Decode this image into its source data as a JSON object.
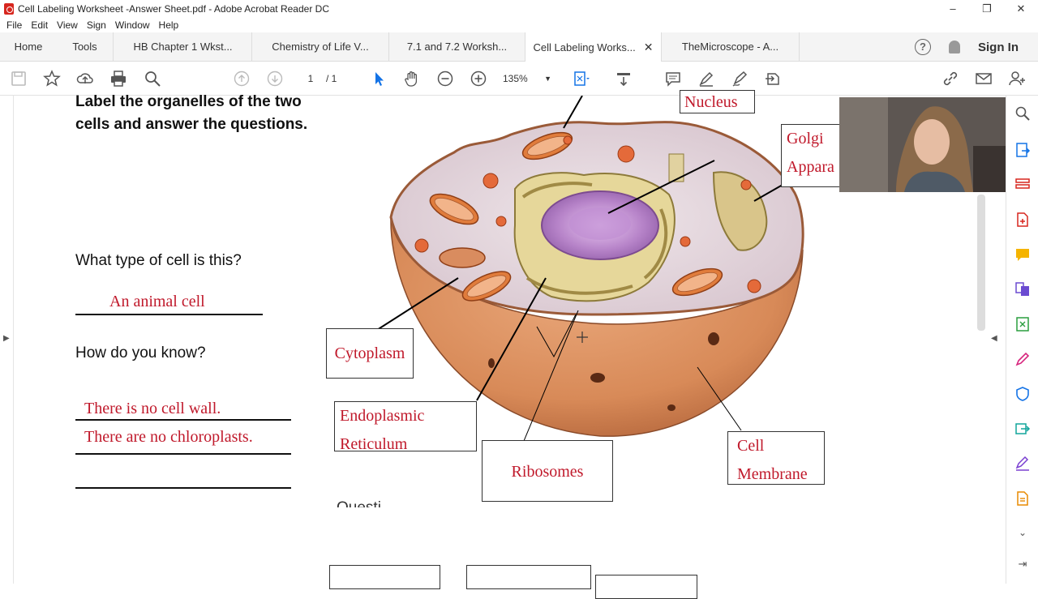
{
  "window": {
    "title": "Cell Labeling Worksheet -Answer Sheet.pdf - Adobe Acrobat Reader DC",
    "controls": [
      "–",
      "❐",
      "✕"
    ]
  },
  "menu": [
    "File",
    "Edit",
    "View",
    "Sign",
    "Window",
    "Help"
  ],
  "tabs": {
    "home": "Home",
    "tools": "Tools",
    "docs": [
      "HB Chapter 1 Wkst...",
      "Chemistry of Life V...",
      "7.1 and 7.2 Worksh...",
      "Cell Labeling Works...",
      "TheMicroscope - A..."
    ],
    "active_index": 3,
    "close": "✕",
    "sign_in": "Sign In"
  },
  "toolbar": {
    "page_current": "1",
    "page_total": "/ 1",
    "zoom": "135%"
  },
  "worksheet": {
    "heading": "Label the organelles of the two cells and answer the questions.",
    "q1": "What type of cell is this?",
    "a1": "An animal cell",
    "q2": "How do you know?",
    "a2_line1": "There is no cell wall.",
    "a2_line2": "There are no chloroplasts.",
    "cut_text": "Questi..."
  },
  "labels": {
    "nucleus": "Nucleus",
    "golgi_1": "Golgi",
    "golgi_2": "Appara",
    "cytoplasm": "Cytoplasm",
    "er_1": "Endoplasmic",
    "er_2": "Reticulum",
    "ribosomes": "Ribosomes",
    "membrane_1": "Cell",
    "membrane_2": "Membrane"
  },
  "colors": {
    "answer_red": "#c0192b",
    "acrobat_blue": "#1473e6"
  }
}
